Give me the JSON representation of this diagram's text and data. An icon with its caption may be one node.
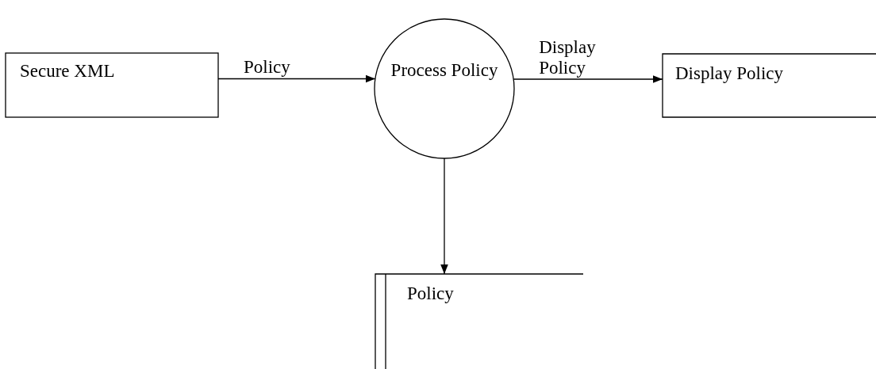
{
  "diagram": {
    "nodes": [
      {
        "text": [
          "Secure XML"
        ]
      },
      {
        "text": [
          "Process Policy"
        ]
      },
      {
        "text": [
          "Display Policy"
        ]
      },
      {
        "text": [
          "Policy"
        ]
      }
    ],
    "edges": [
      {
        "from": 0,
        "to": 1,
        "arrow": "to",
        "label": "Policy"
      },
      {
        "from": 1,
        "to": 2,
        "arrow": "to",
        "label": "Display Policy"
      },
      {
        "from": 1,
        "to": 3,
        "arrow": "to"
      }
    ]
  }
}
